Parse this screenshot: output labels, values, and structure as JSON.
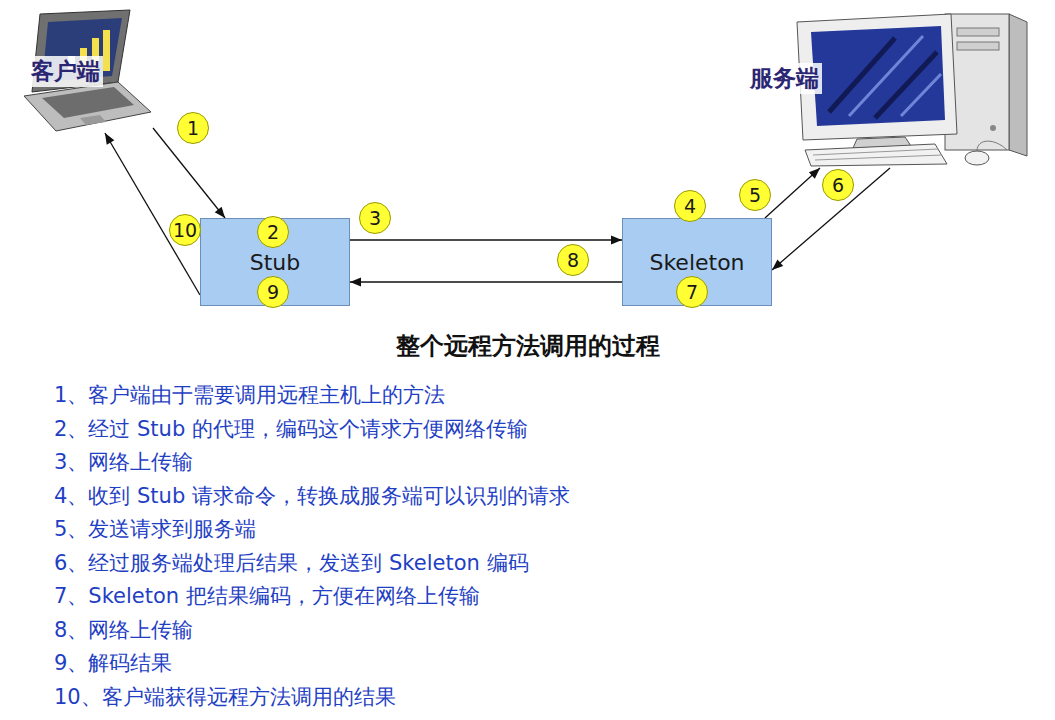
{
  "diagram": {
    "title": "整个远程方法调用的过程",
    "nodes": [
      {
        "text": [
          "客户端"
        ]
      },
      {
        "text": [
          "服务端"
        ]
      },
      {
        "text": [
          "Stub"
        ]
      },
      {
        "text": [
          "Skeleton"
        ]
      }
    ],
    "edges": [
      {
        "from": 0,
        "to": 2,
        "arrow": "to"
      },
      {
        "from": 2,
        "to": 0,
        "arrow": "to"
      },
      {
        "from": 2,
        "to": 3,
        "arrow": "to"
      },
      {
        "from": 3,
        "to": 2,
        "arrow": "to"
      },
      {
        "from": 3,
        "to": 1,
        "arrow": "to"
      },
      {
        "from": 1,
        "to": 3,
        "arrow": "to"
      }
    ],
    "labels": [
      "1",
      "2",
      "3",
      "4",
      "5",
      "6",
      "7",
      "8",
      "9",
      "10",
      "1、客户端由于需要调用远程主机上的方法",
      "2、经过 Stub 的代理，编码这个请求方便网络传输",
      "3、网络上传输",
      "4、收到 Stub 请求命令，转换成服务端可以识别的请求",
      "5、发送请求到服务端",
      "6、经过服务端处理后结果，发送到 Skeleton 编码",
      "7、Skeleton 把结果编码，方便在网络上传输",
      "8、网络上传输",
      "9、解码结果",
      "10、客户端获得远程方法调用的结果"
    ]
  }
}
